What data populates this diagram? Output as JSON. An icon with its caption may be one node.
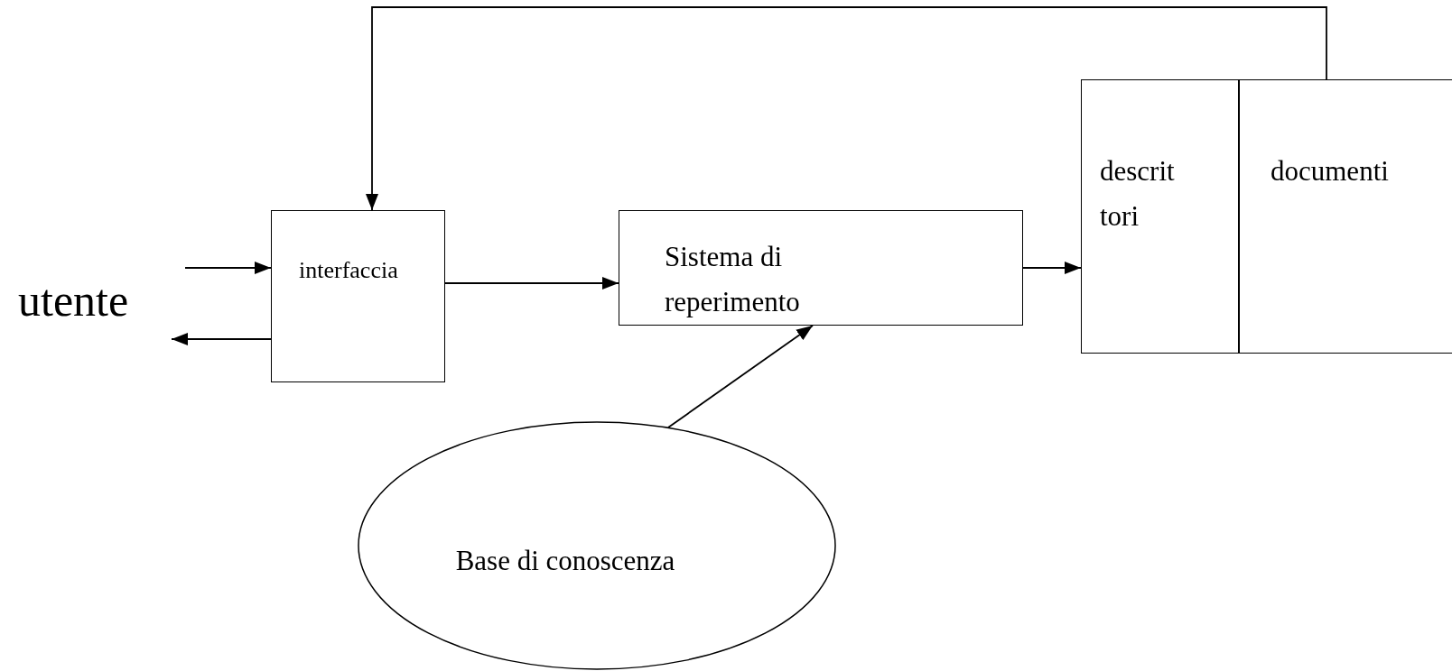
{
  "diagram": {
    "nodes": [
      {
        "text": [
          "utente"
        ]
      },
      {
        "text": [
          "interfaccia"
        ]
      },
      {
        "text": [
          "Sistema di reperimento"
        ]
      },
      {
        "text": [
          "descrit tori"
        ]
      },
      {
        "text": [
          "documenti"
        ]
      },
      {
        "text": [
          "Base di conoscenza"
        ]
      }
    ],
    "edges": [
      {
        "from": 0,
        "to": 1,
        "arrow": "to"
      },
      {
        "from": 1,
        "to": 0,
        "arrow": "to"
      },
      {
        "from": 1,
        "to": 2,
        "arrow": "to"
      },
      {
        "from": 2,
        "to": 3,
        "arrow": "to"
      },
      {
        "from": 4,
        "to": 1,
        "arrow": "to"
      },
      {
        "from": 5,
        "to": 2,
        "arrow": "to"
      }
    ]
  }
}
